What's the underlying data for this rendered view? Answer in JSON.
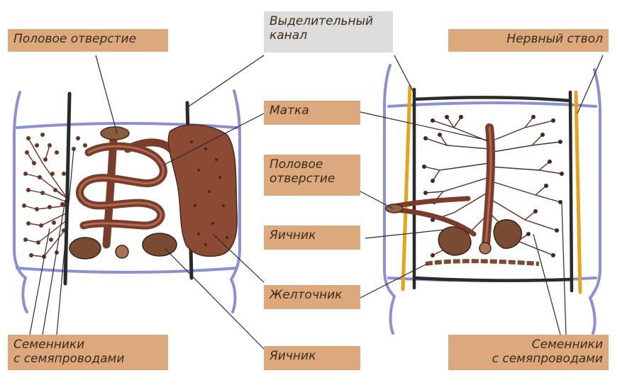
{
  "colors": {
    "label_bg": "#dca97e",
    "label_bg_excretory": "#dcdcdc",
    "label_text": "#3b2a1c",
    "body_outline": "#8b8fd6",
    "nerve_cord": "#e8a21c",
    "organ": "#7a3d2b",
    "leader": "#2a2a2a"
  },
  "labels": {
    "genital_pore_left": "Половое отверстие",
    "excretory_canal": "Выделительный\nканал",
    "nerve_cord": "Нервный ствол",
    "uterus": "Матка",
    "genital_pore_mid": "Половое\nотверстие",
    "ovary_mid": "Яичник",
    "vitellarium": "Желточник",
    "ovary_bottom": "Яичник",
    "testes_left": "Семенники\nс семяпроводами",
    "testes_right": "Семенники\nс семяпроводами"
  }
}
